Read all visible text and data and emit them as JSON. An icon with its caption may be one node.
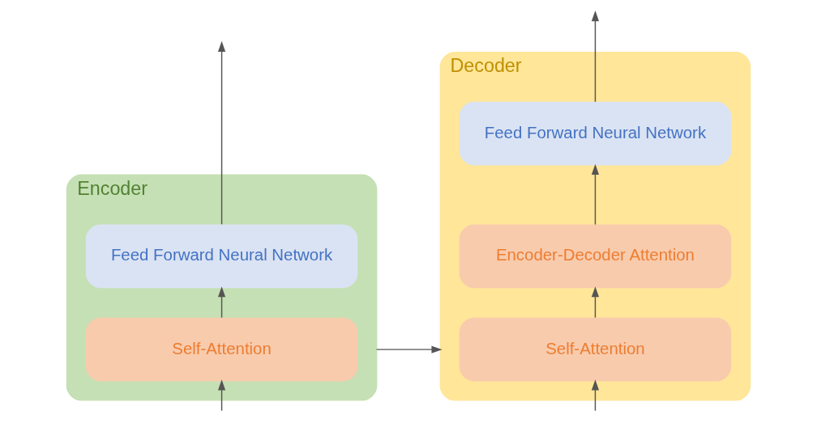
{
  "diagram": {
    "nodes": [
      {
        "text": [
          "Encoder"
        ]
      },
      {
        "text": [
          "Feed Forward Neural Network"
        ],
        "in": 0
      },
      {
        "text": [
          "Self-Attention"
        ],
        "in": 0
      },
      {
        "text": [
          "Decoder"
        ]
      },
      {
        "text": [
          "Feed Forward Neural Network"
        ],
        "in": 3
      },
      {
        "text": [
          "Encoder-Decoder Attention"
        ],
        "in": 3
      },
      {
        "text": [
          "Self-Attention"
        ],
        "in": 3
      }
    ],
    "edges": [
      {
        "from": null,
        "to": 2,
        "arrow": "to"
      },
      {
        "from": 2,
        "to": 1,
        "arrow": "to"
      },
      {
        "from": 1,
        "to": null,
        "arrow": "to"
      },
      {
        "from": 0,
        "to": 3,
        "arrow": "to"
      },
      {
        "from": null,
        "to": 6,
        "arrow": "to"
      },
      {
        "from": 6,
        "to": 5,
        "arrow": "to"
      },
      {
        "from": 5,
        "to": 4,
        "arrow": "to"
      },
      {
        "from": 4,
        "to": null,
        "arrow": "to"
      }
    ]
  }
}
